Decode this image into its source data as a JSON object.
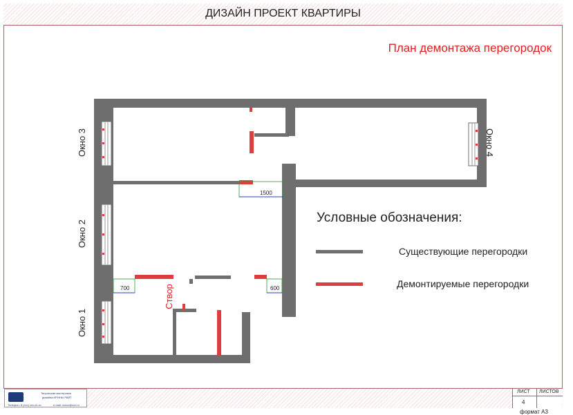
{
  "header": {
    "title": "ДИЗАЙН ПРОЕКТ КВАРТИРЫ"
  },
  "plan": {
    "title": "План демонтажа перегородок",
    "windows": {
      "w1": "Окно 1",
      "w2": "Окно 2",
      "w3": "Окно 3",
      "w4": "Окно 4"
    },
    "door_label": "Створ",
    "dims": {
      "d1500": "1500",
      "d700": "700",
      "d600": "600"
    }
  },
  "legend": {
    "title": "Условные обозначения:",
    "existing": {
      "label": "Существующие перегородки",
      "color": "#6e6e6e"
    },
    "demolished": {
      "label": "Демонтируемые  перегородки",
      "color": "#e03c3c"
    }
  },
  "footer": {
    "stamp_line1": "Творческая мастерская",
    "stamp_line2": "дизайна ИРИНЫ РАЙТ",
    "stamp_line3a": "Телефон: 8 (xxx) xxx-xx-xx",
    "stamp_line3b": "e-mail: xxxxx@xxx.ru",
    "sheet_label": "ЛИСТ",
    "sheets_label": "ЛИСТОВ",
    "sheet_number": "4",
    "format": "формат А3"
  }
}
